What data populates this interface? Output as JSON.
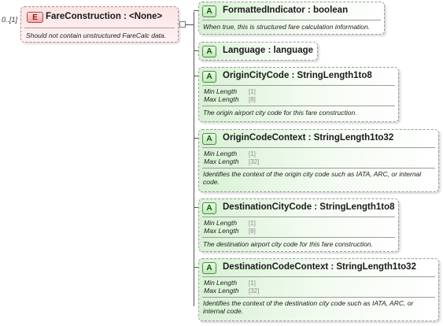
{
  "occurrence": "0..[1]",
  "element": {
    "badge": "E",
    "title": "FareConstruction : <None>",
    "description": "Should not contain unstructured FareCalc data."
  },
  "attributes": [
    {
      "badge": "A",
      "title": "FormattedIndicator : boolean",
      "facets": [],
      "description": "When true, this is structured fare calculation information."
    },
    {
      "badge": "A",
      "title": "Language : language",
      "facets": [],
      "description": ""
    },
    {
      "badge": "A",
      "title": "OriginCityCode : StringLength1to8",
      "facets": [
        {
          "label": "Min Length",
          "value": "[1]"
        },
        {
          "label": "Max Length",
          "value": "[8]"
        }
      ],
      "description": "The origin airport city code for this fare construction."
    },
    {
      "badge": "A",
      "title": "OriginCodeContext : StringLength1to32",
      "facets": [
        {
          "label": "Min Length",
          "value": "[1]"
        },
        {
          "label": "Max Length",
          "value": "[32]"
        }
      ],
      "description": "Identifies the context of the origin city code such as IATA, ARC, or internal code."
    },
    {
      "badge": "A",
      "title": "DestinationCityCode : StringLength1to8",
      "facets": [
        {
          "label": "Min Length",
          "value": "[1]"
        },
        {
          "label": "Max Length",
          "value": "[8]"
        }
      ],
      "description": "The destination airport city code for this fare construction."
    },
    {
      "badge": "A",
      "title": "DestinationCodeContext : StringLength1to32",
      "facets": [
        {
          "label": "Min Length",
          "value": "[1]"
        },
        {
          "label": "Max Length",
          "value": "[32]"
        }
      ],
      "description": "Identifies the context of the destination city code such as IATA, ARC, or internal code."
    }
  ]
}
